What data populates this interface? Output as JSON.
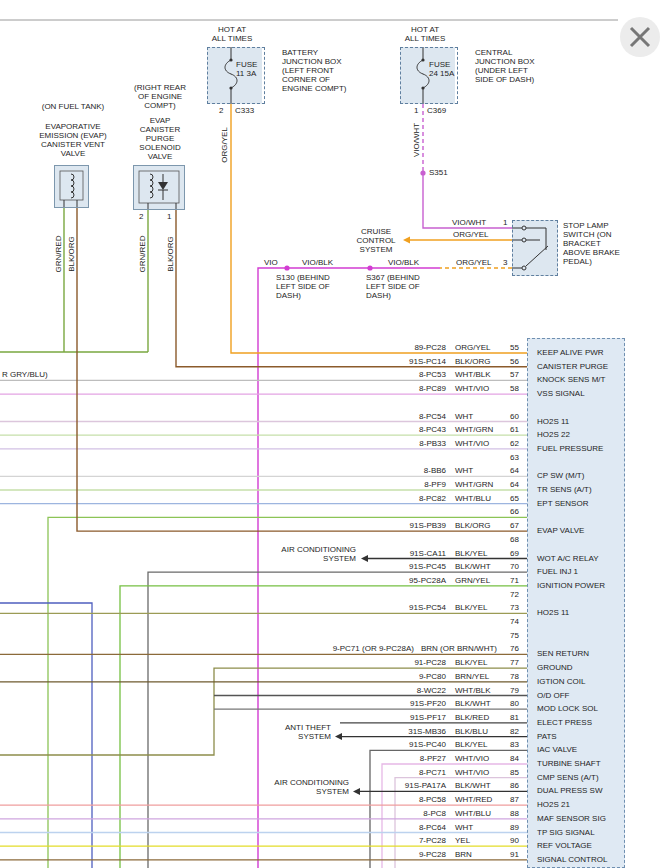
{
  "diagram": {
    "nodes": [
      {
        "text": [
          "HOT AT ALL TIMES",
          "FUSE 11 3A",
          "BATTERY JUNCTION BOX (LEFT FRONT CORNER OF ENGINE COMPT)"
        ]
      },
      {
        "text": [
          "HOT AT ALL TIMES",
          "FUSE 24 15A",
          "CENTRAL JUNCTION BOX (UNDER LEFT SIDE OF DASH)"
        ]
      },
      {
        "text": [
          "(ON FUEL TANK)",
          "EVAPORATIVE EMISSION (EVAP) CANISTER VENT VALVE"
        ]
      },
      {
        "text": [
          "(RIGHT REAR OF ENGINE COMPT)",
          "EVAP CANISTER PURGE SOLENOID VALVE"
        ]
      },
      {
        "text": [
          "STOP LAMP SWITCH (ON BRACKET ABOVE BRAKE PEDAL)"
        ]
      },
      {
        "text": [
          "KEEP ALIVE PWR",
          "CANISTER PURGE",
          "KNOCK SENS M/T",
          "VSS SIGNAL",
          "HO2S 11",
          "HO2S 22",
          "FUEL PRESSURE",
          "CP SW (M/T)",
          "TR SENS (A/T)",
          "EPT SENSOR",
          "EVAP VALVE",
          "WOT A/C RELAY",
          "FUEL INJ 1",
          "IGNITION POWER",
          "HO2S 11",
          "SEN RETURN",
          "GROUND",
          "IGTION COIL",
          "O/D OFF",
          "MOD LOCK SOL",
          "ELECT PRESS",
          "PATS",
          "IAC VALVE",
          "TURBINE SHAFT",
          "CMP SENS (A/T)",
          "DUAL PRESS SW",
          "HO2S 21",
          "MAF SENSOR SIG",
          "TP SIG SIGNAL",
          "REF VOLTAGE",
          "SIGNAL CONTROL"
        ]
      }
    ],
    "edges": [
      {
        "from": 0,
        "to": 5,
        "arrow": "none"
      },
      {
        "from": 1,
        "to": 4,
        "arrow": "none"
      },
      {
        "from": 3,
        "to": 5,
        "arrow": "none"
      },
      {
        "from": 2,
        "to": 5,
        "arrow": "none"
      }
    ],
    "labels": [
      "2",
      "C333",
      "ORG/YEL",
      "1",
      "C369",
      "VIO/WHT",
      "S351",
      "VIO/WHT",
      "1",
      "CRUISE CONTROL SYSTEM",
      "ORG/YEL",
      "VIO",
      "VIO/BLK",
      "VIO/BLK",
      "ORG/YEL",
      "3",
      "S130 (BEHIND LEFT SIDE OF DASH)",
      "S367 (BEHIND LEFT SIDE OF DASH)",
      "GRN/RED",
      "BLK/ORG",
      "GRN/RED",
      "BLK/ORG",
      "2",
      "1",
      "R GRY/BLU)",
      "AIR CONDITIONING SYSTEM",
      "ANTI THEFT SYSTEM",
      "AIR CONDITIONING SYSTEM",
      "89-PC28",
      "ORG/YEL",
      "55",
      "91S-PC14",
      "BLK/ORG",
      "56",
      "8-PC53",
      "WHT/BLK",
      "57",
      "8-PC89",
      "WHT/VIO",
      "58",
      "8-PC54",
      "WHT",
      "60",
      "8-PC43",
      "WHT/GRN",
      "61",
      "8-PB33",
      "WHT/VIO",
      "62",
      "63",
      "8-BB6",
      "WHT",
      "64",
      "8-PF9",
      "WHT/GRN",
      "64",
      "8-PC82",
      "WHT/BLU",
      "65",
      "66",
      "91S-PB39",
      "BLK/ORG",
      "67",
      "68",
      "91S-CA11",
      "BLK/YEL",
      "69",
      "91S-PC45",
      "BLK/WHT",
      "70",
      "95-PC28A",
      "GRN/YEL",
      "71",
      "72",
      "91S-PC54",
      "BLK/YEL",
      "73",
      "74",
      "75",
      "9-PC71 (OR 9-PC28A)",
      "BRN (OR BRN/WHT)",
      "76",
      "91-PC28",
      "BLK/YEL",
      "77",
      "9-PC80",
      "BRN/YEL",
      "78",
      "8-WC22",
      "WHT/BLK",
      "79",
      "91S-PF20",
      "BLK/WHT",
      "80",
      "91S-PF17",
      "BLK/RED",
      "81",
      "31S-MB36",
      "BLK/BLU",
      "82",
      "91S-PC40",
      "BLK/YEL",
      "83",
      "8-PF27",
      "WHT/VIO",
      "84",
      "8-PC71",
      "WHT/VIO",
      "85",
      "91S-PA17A",
      "BLK/WHT",
      "86",
      "8-PC58",
      "WHT/RED",
      "87",
      "8-PC8",
      "WHT/BLU",
      "88",
      "8-PC64",
      "WHT",
      "89",
      "7-PC28",
      "YEL",
      "90",
      "9-PC28",
      "BRN",
      "91"
    ]
  }
}
